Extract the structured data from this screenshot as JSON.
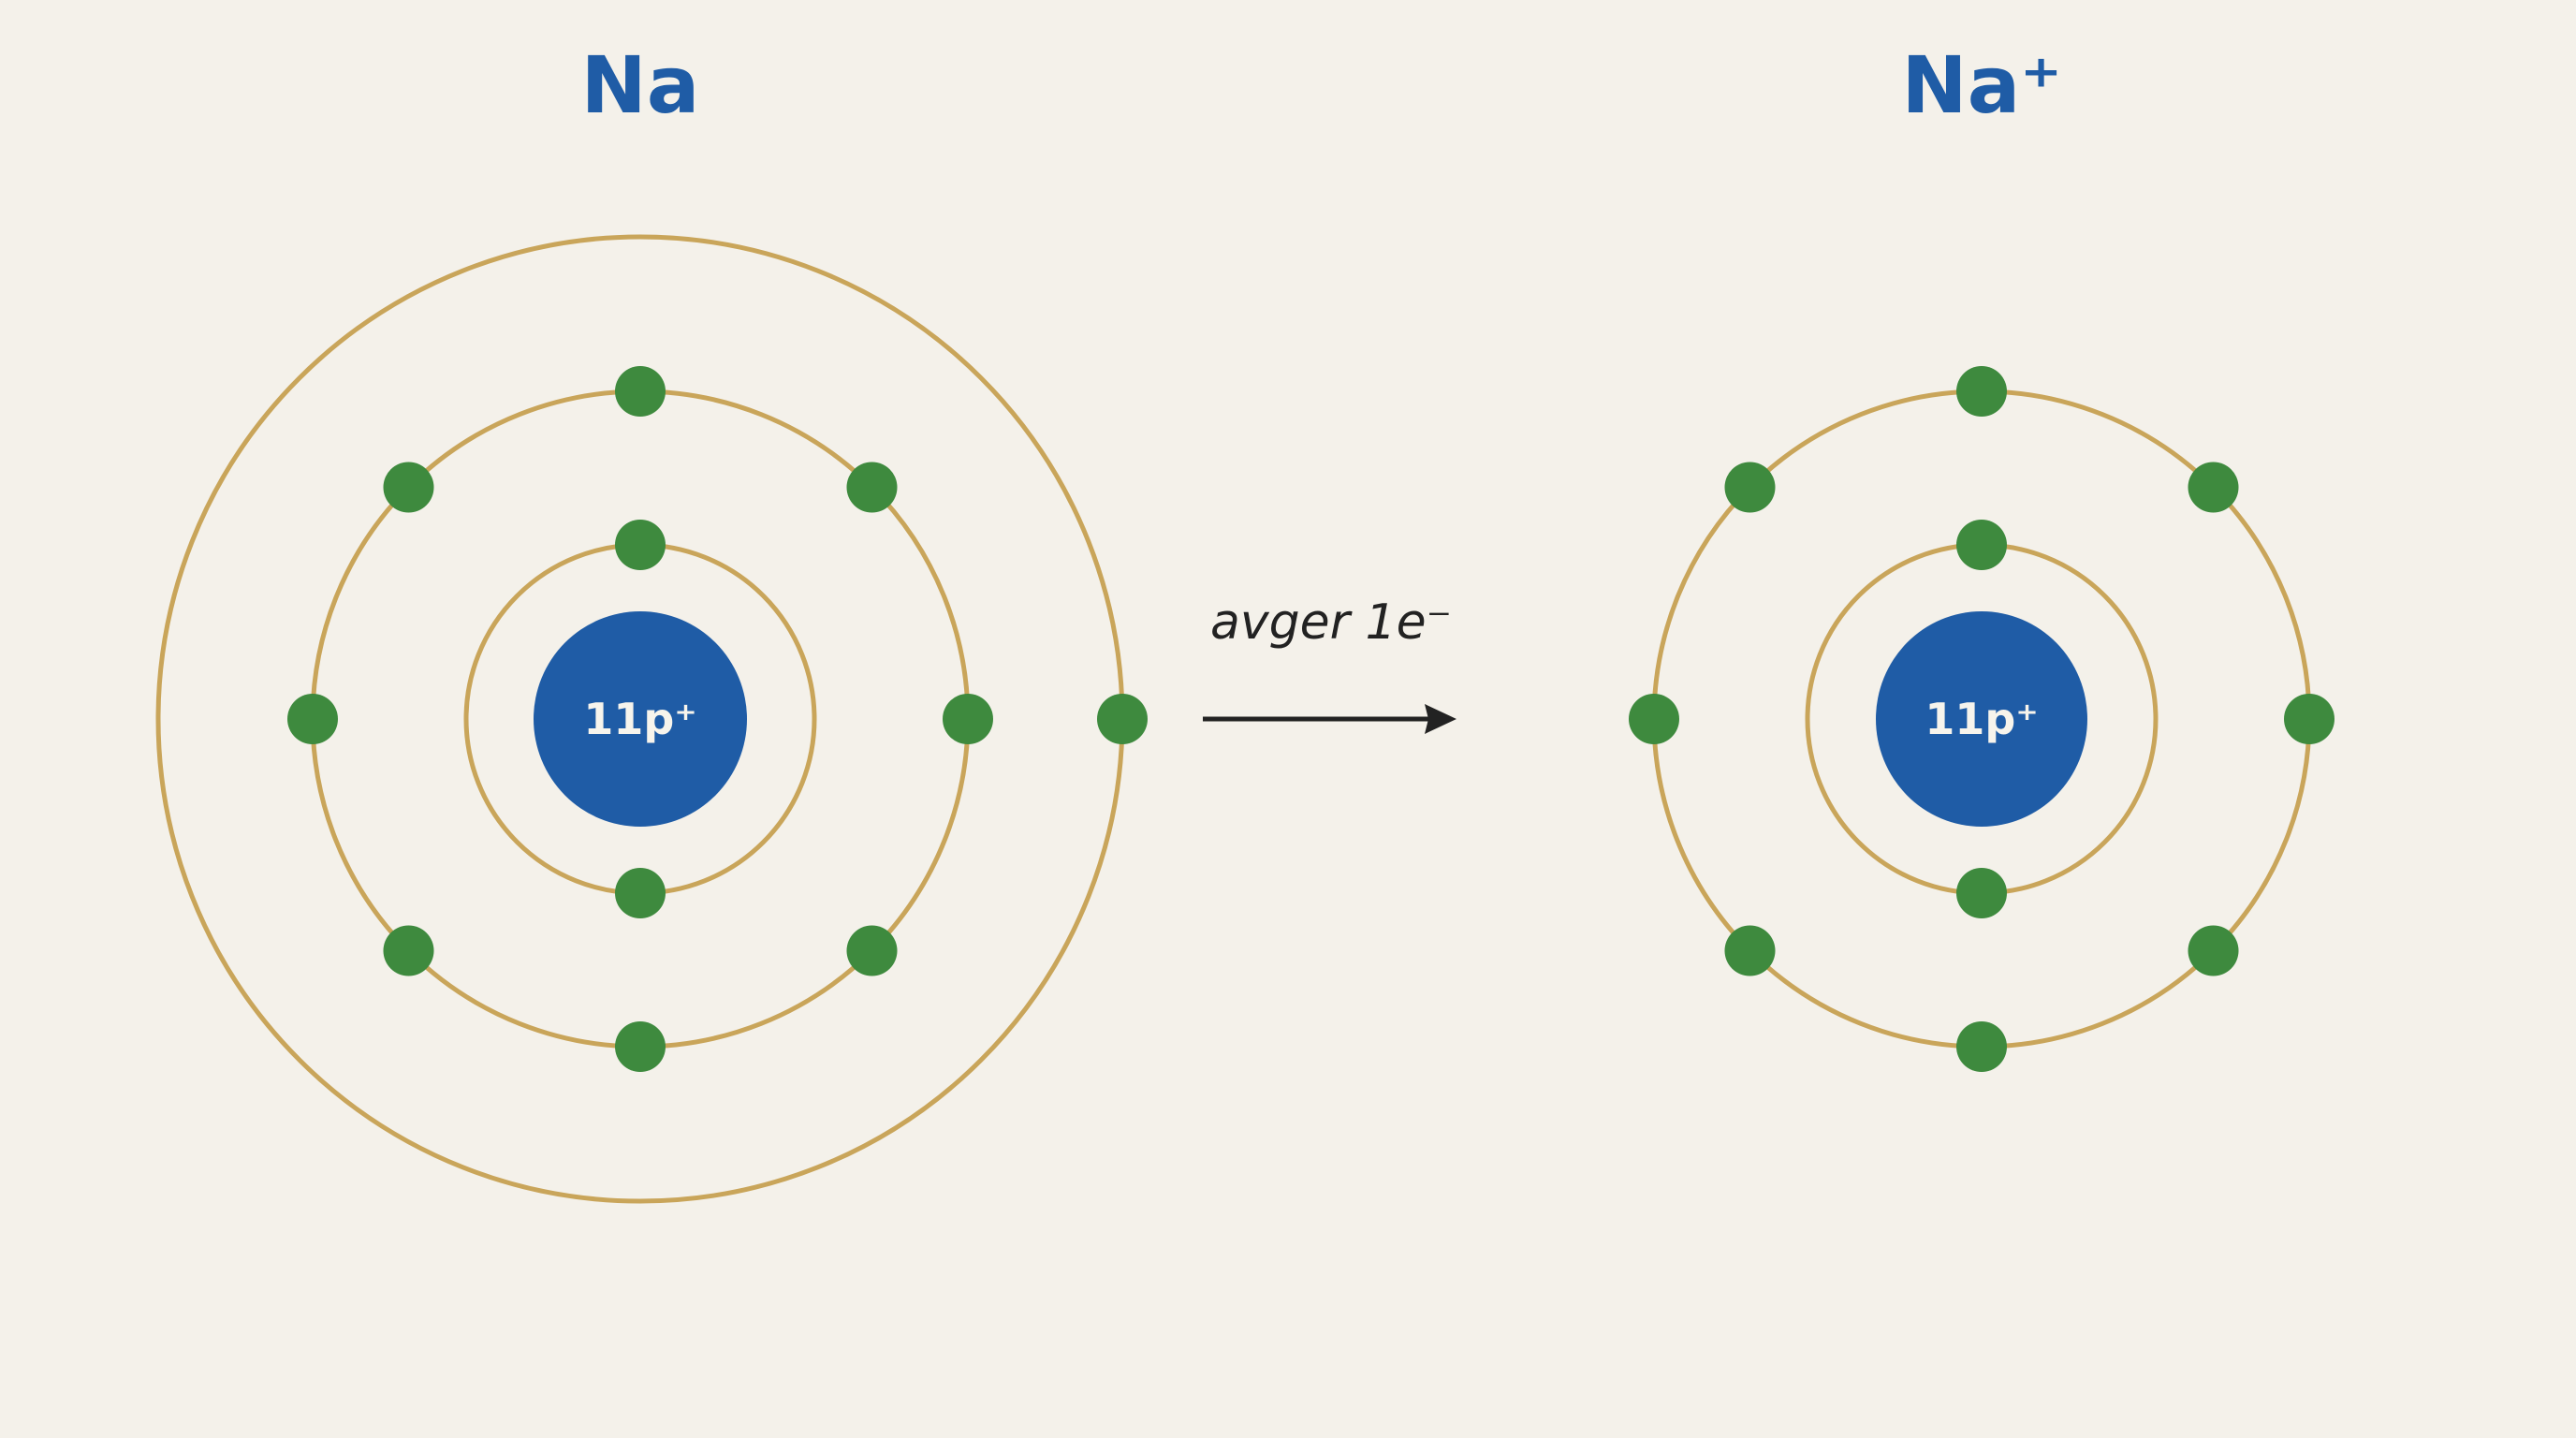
{
  "atom": {
    "title": "Na",
    "nucleus_label": "11p⁺",
    "shells": [
      {
        "electrons": 2
      },
      {
        "electrons": 8
      },
      {
        "electrons": 1
      }
    ]
  },
  "ion": {
    "title": "Na⁺",
    "nucleus_label": "11p⁺",
    "shells": [
      {
        "electrons": 2
      },
      {
        "electrons": 8
      }
    ]
  },
  "arrow": {
    "label": "avger 1e⁻"
  },
  "colors": {
    "background": "#f4f1ea",
    "nucleus": "#1f5ca6",
    "electron": "#3e8a3e",
    "shell": "#c9a55a",
    "title": "#1f5ca6",
    "arrow": "#222222"
  }
}
